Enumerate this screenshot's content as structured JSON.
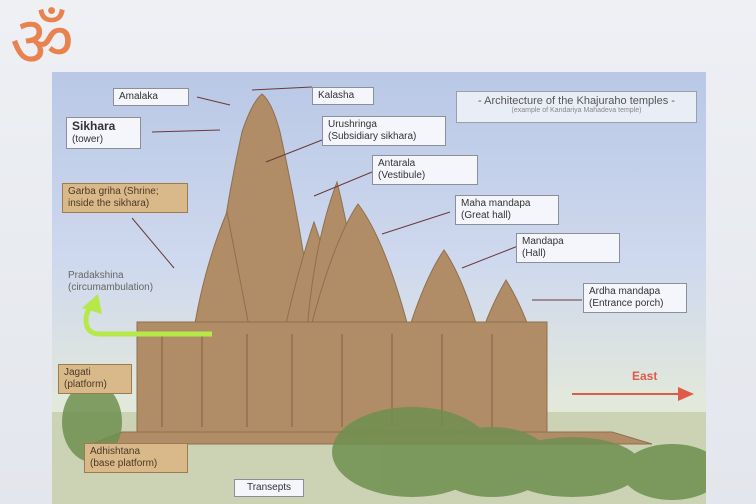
{
  "title": {
    "line1": "- Architecture of the Khajuraho temples -",
    "line2": "(example of Kandariya Mahadeva temple)"
  },
  "labels": {
    "amalaka": "Amalaka",
    "kalasha": "Kalasha",
    "sikhara": "Sikhara",
    "sikhara_sub": "(tower)",
    "urushringa": "Urushringa",
    "urushringa_sub": "(Subsidiary sikhara)",
    "antarala": "Antarala",
    "antarala_sub": "(Vestibule)",
    "garba_griha": "Garba griha (Shrine;",
    "garba_griha_sub": "inside the sikhara)",
    "maha_mandapa": "Maha mandapa",
    "maha_mandapa_sub": "(Great hall)",
    "mandapa": "Mandapa",
    "mandapa_sub": "(Hall)",
    "ardha_mandapa": "Ardha mandapa",
    "ardha_mandapa_sub": "(Entrance porch)",
    "pradakshina": "Pradakshina",
    "pradakshina_sub": "(circumambulation)",
    "jagati": "Jagati",
    "jagati_sub": "(platform)",
    "adhishtana": "Adhishtana",
    "adhishtana_sub": "(base platform)",
    "transepts": "Transepts",
    "east": "East"
  },
  "colors": {
    "om": "#e8824e",
    "east_arrow": "#e05a4a",
    "pradakshina_arrow": "#b6e84a",
    "tan_label": "#d9b98a"
  },
  "icons": {
    "logo": "om-symbol-icon",
    "direction": "east-arrow-icon",
    "circulation": "pradakshina-arrow-icon"
  }
}
